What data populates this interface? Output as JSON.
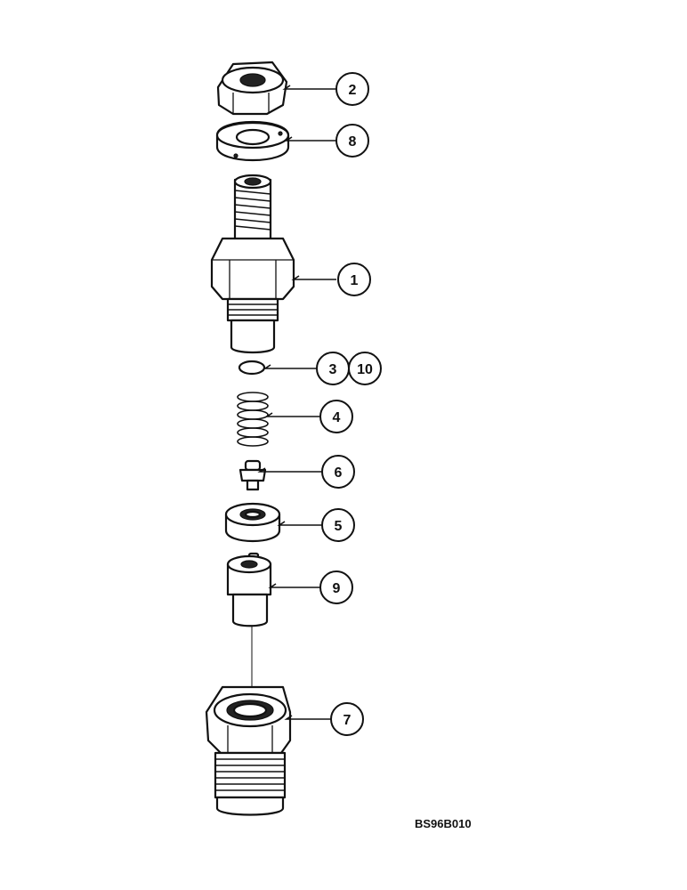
{
  "diagram": {
    "reference_code": "BS96B010",
    "parts": [
      {
        "id": "nut",
        "callout": "2"
      },
      {
        "id": "washer",
        "callout": "8"
      },
      {
        "id": "valve-holder",
        "callout": "1"
      },
      {
        "id": "shim",
        "callout": "3"
      },
      {
        "id": "shim-alt",
        "callout": "10"
      },
      {
        "id": "spring",
        "callout": "4"
      },
      {
        "id": "valve",
        "callout": "6"
      },
      {
        "id": "valve-seat",
        "callout": "5"
      },
      {
        "id": "delivery-valve",
        "callout": "9"
      },
      {
        "id": "fitting",
        "callout": "7"
      }
    ]
  }
}
